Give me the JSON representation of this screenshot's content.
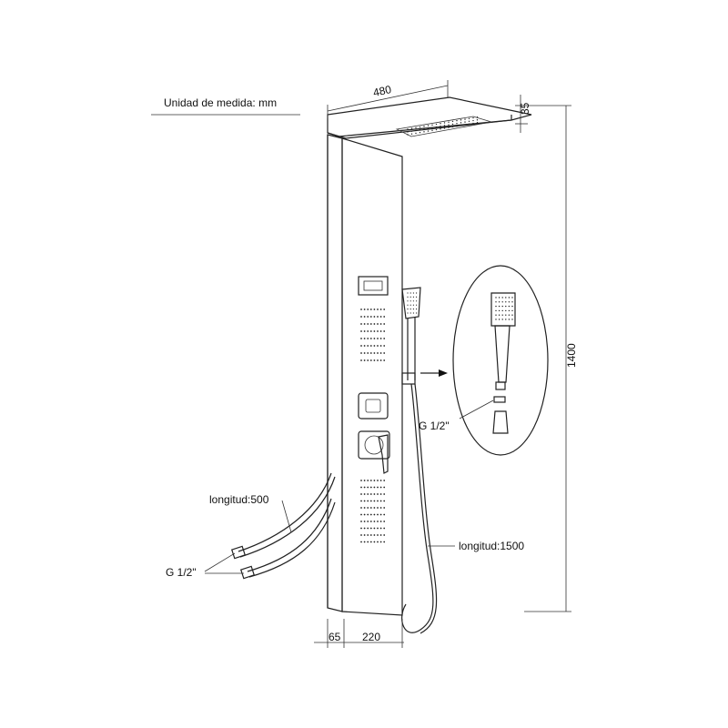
{
  "unit_label": "Unidad de medida: mm",
  "dimensions": {
    "width_top": "480",
    "head_thickness": "35",
    "height": "1400",
    "depth": "65",
    "width_base": "220"
  },
  "labels": {
    "inlet_hose_length": "longitud:500",
    "inlet_thread": "G 1/2\"",
    "shower_hose_length": "longitud:1500",
    "handshower_thread": "G 1/2\""
  }
}
